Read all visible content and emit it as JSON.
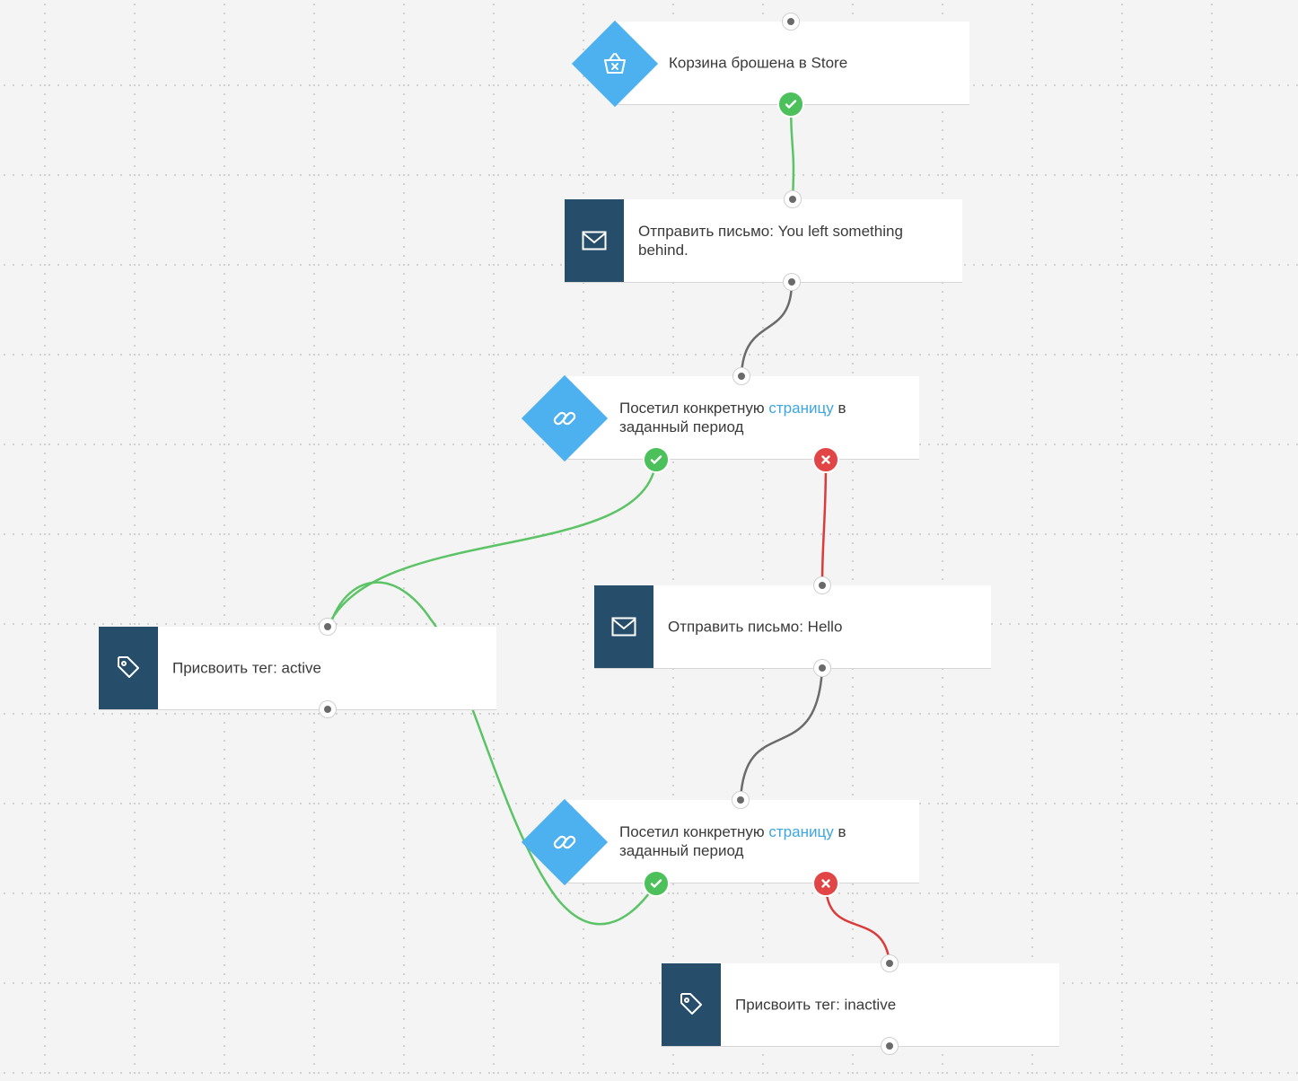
{
  "colors": {
    "yes_line": "#5cc466",
    "no_line": "#dc3b3b",
    "default_line": "#6b6b6b",
    "action_icon_bg": "#264d69",
    "condition_icon_bg": "#4db0ef",
    "link_text": "#3da6e0"
  },
  "nodes": {
    "trigger": {
      "icon": "basket-icon",
      "label": "Корзина брошена в Store"
    },
    "send_email_1": {
      "icon": "envelope-icon",
      "label": "Отправить письмо: You left something behind."
    },
    "visit_page_1": {
      "icon": "link-icon",
      "label_before": "Посетил конкретную ",
      "label_link": "страницу",
      "label_after": " в заданный период"
    },
    "send_email_2": {
      "icon": "envelope-icon",
      "label": "Отправить письмо: Hello"
    },
    "tag_active": {
      "icon": "tag-icon",
      "label": "Присвоить тег: active"
    },
    "visit_page_2": {
      "icon": "link-icon",
      "label_before": "Посетил конкретную ",
      "label_link": "страницу",
      "label_after": " в заданный период"
    },
    "tag_inactive": {
      "icon": "tag-icon",
      "label": "Присвоить тег: inactive"
    }
  },
  "connections": [
    {
      "from": "trigger",
      "to": "send_email_1",
      "type": "yes"
    },
    {
      "from": "send_email_1",
      "to": "visit_page_1",
      "type": "default"
    },
    {
      "from": "visit_page_1",
      "to": "tag_active",
      "type": "yes"
    },
    {
      "from": "visit_page_1",
      "to": "send_email_2",
      "type": "no"
    },
    {
      "from": "send_email_2",
      "to": "visit_page_2",
      "type": "default"
    },
    {
      "from": "visit_page_2",
      "to": "tag_active",
      "type": "yes"
    },
    {
      "from": "visit_page_2",
      "to": "tag_inactive",
      "type": "no"
    }
  ]
}
